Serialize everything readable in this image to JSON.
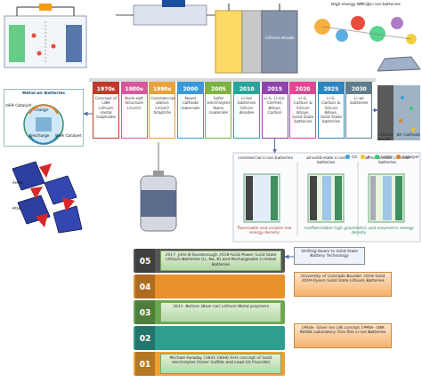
{
  "diagram": {
    "nodes": [
      {
        "text": [
          "1970s",
          "Concept of LIBs Lithium metal Sulphides"
        ]
      },
      {
        "text": [
          "1980s",
          "Rock-salt Structure LiCoO2"
        ]
      },
      {
        "text": [
          "1990s",
          "Commercial-ization LiCoO2 Graphite"
        ]
      },
      {
        "text": [
          "2000",
          "Novel cathode materials"
        ]
      },
      {
        "text": [
          "2005",
          "Safer electrolytes Nano materials"
        ]
      },
      {
        "text": [
          "2010",
          "Li-ion batteries Silicon Anodes"
        ]
      },
      {
        "text": [
          "2015",
          "Li-S, Li-O2, Cermet, Alloys, Carbon"
        ]
      },
      {
        "text": [
          "2020",
          "Li-S, Carbon & Silicon Alloys, Solid State batteries"
        ]
      },
      {
        "text": [
          "2025",
          "Li-S, Carbon & Silicon Alloys, Solid State batteries"
        ]
      },
      {
        "text": [
          "2030",
          "Li-air batteries"
        ]
      },
      {
        "text": [
          "Metal-air Batteries"
        ]
      },
      {
        "text": [
          "Lithium Anode",
          "Air Cathode"
        ]
      },
      {
        "text": [
          "commercial Li-ion batteries",
          "all-solid-state Li-ion batteries",
          "all-solid-state Li-metal batteries",
          "flammable and volatile low energy density",
          "nonflammable high gravimetric and volumetric energy density"
        ]
      },
      {
        "text": [
          "Shifting Gears to Solid State Battery Technology"
        ]
      },
      {
        "text": [
          "05"
        ]
      },
      {
        "text": [
          "2017- John B Goodenough 2018-Solid Power Solid State Lithium Batteries (Li, Na, K) and Rechargeable Li-metal Batteries"
        ],
        "in": 14
      },
      {
        "text": [
          "04"
        ]
      },
      {
        "text": [
          "University of Colorado Boulder 2016-Solid 2019-Dyson Solid State Lithium Batteries"
        ]
      },
      {
        "text": [
          "03"
        ]
      },
      {
        "text": [
          "2011- Bollore (Blue car) Lithium Metal polymers"
        ],
        "in": 18
      },
      {
        "text": [
          "02"
        ]
      },
      {
        "text": [
          "1950s- Silver Ion LIB concept 1990s- OAK RIDGE Laboratory Thin film Li-ion Batteries"
        ]
      },
      {
        "text": [
          "01"
        ]
      },
      {
        "text": [
          "Michael Faraday (1831-1834) First concept of Solid electrolytes (Silver Sulfide and Lead (II) Fluoride)"
        ],
        "in": 22
      }
    ],
    "edges": [
      {
        "from": 0,
        "to": 10,
        "arrow": "to"
      },
      {
        "from": 9,
        "to": 11,
        "arrow": "to"
      },
      {
        "from": 6,
        "to": 12,
        "arrow": "to"
      },
      {
        "from": 13,
        "to": 14,
        "arrow": "to"
      }
    ],
    "labels": [
      "OER Catalyst",
      "Charge",
      "Discharge",
      "ORR Catalyst",
      "FeO6",
      "PO4",
      "Lithium Anode",
      "High energy NMC@Li-ion batteries"
    ],
    "legend": [
      {
        "text": "O2",
        "color": "#3aa0d8"
      },
      {
        "text": "e-",
        "color": "#f1c40f"
      },
      {
        "text": "Li2O2",
        "color": "#2ecc71"
      },
      {
        "text": "Catalyst",
        "color": "#e67e22"
      }
    ]
  }
}
